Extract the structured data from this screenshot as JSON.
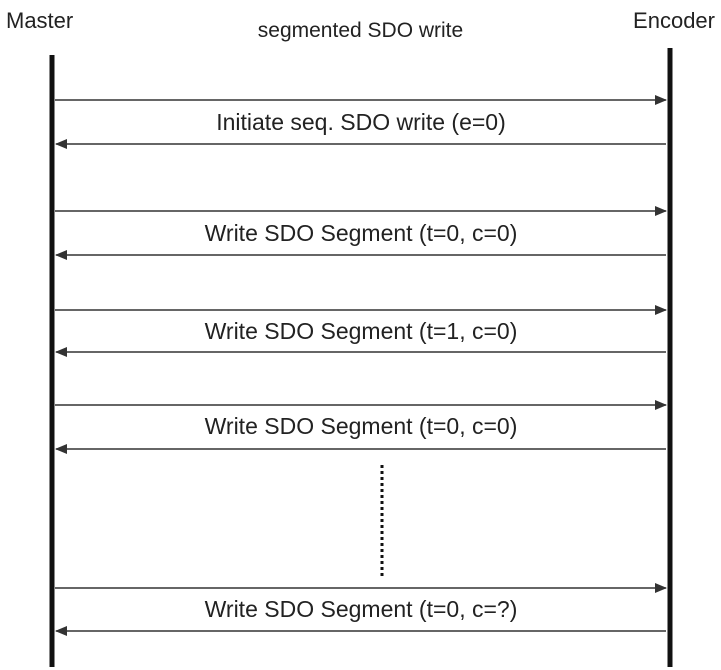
{
  "title": "segmented  SDO write",
  "participants": {
    "left": "Master",
    "right": "Encoder"
  },
  "exchanges": [
    {
      "label": "Initiate seq. SDO write (e=0)"
    },
    {
      "label": "Write SDO Segment (t=0, c=0)"
    },
    {
      "label": "Write SDO Segment (t=1, c=0)"
    },
    {
      "label": "Write SDO Segment (t=0, c=0)"
    },
    {
      "label": "Write SDO Segment (t=0, c=?)"
    }
  ],
  "colors": {
    "lifeline": "#111111",
    "arrow": "#333333",
    "text": "#222222"
  }
}
